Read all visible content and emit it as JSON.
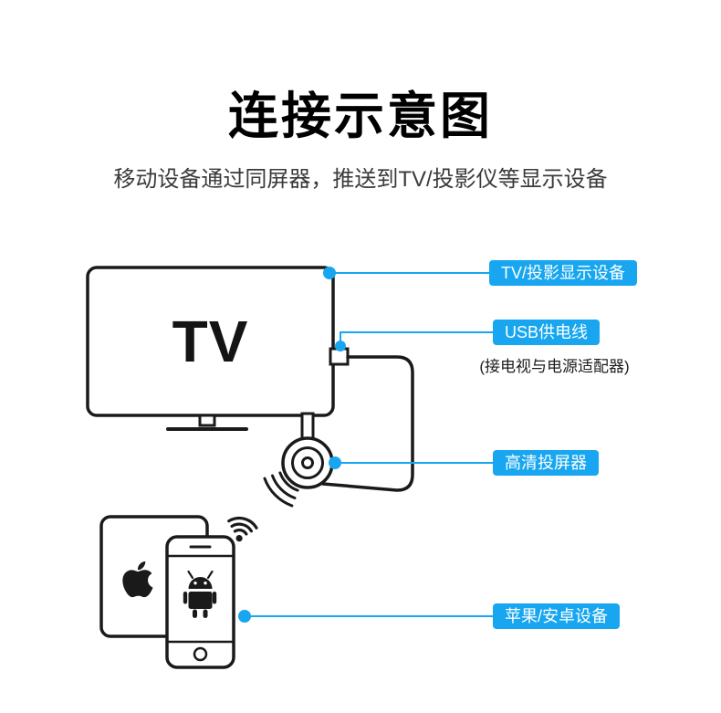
{
  "page": {
    "title": "连接示意图",
    "subtitle": "移动设备通过同屏器，推送到TV/投影仪等显示设备"
  },
  "tv": {
    "label": "TV"
  },
  "callouts": [
    {
      "id": "display",
      "label": "TV/投影显示设备"
    },
    {
      "id": "usb-power",
      "label": "USB供电线",
      "note": "(接电视与电源适配器)"
    },
    {
      "id": "dongle",
      "label": "高清投屏器"
    },
    {
      "id": "devices",
      "label": "苹果/安卓设备"
    }
  ],
  "icons": [
    {
      "name": "wifi-icon",
      "shape": "three-arc-signal-with-dot"
    },
    {
      "name": "dongle-wifi-icon",
      "shape": "three-arc-signal"
    },
    {
      "name": "apple-icon",
      "shape": "apple-silhouette"
    },
    {
      "name": "android-icon",
      "shape": "android-robot"
    }
  ],
  "colors": {
    "accent_blue": "#17a6ef",
    "line_black": "#1a1a1a",
    "label_text": "#ffffff"
  }
}
